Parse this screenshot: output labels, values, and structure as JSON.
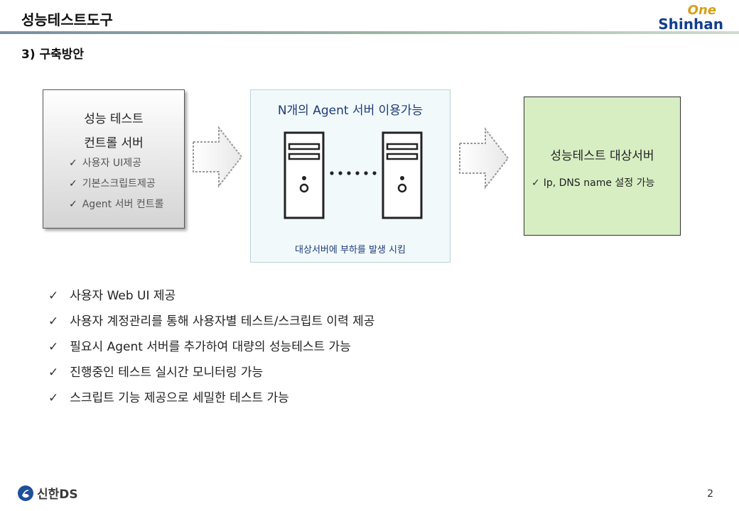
{
  "header": {
    "title": "성능테스트도구",
    "logo_top": "One",
    "logo_main": "Shinhan"
  },
  "section_title": "3) 구축방안",
  "diagram": {
    "control_server": {
      "title_line1": "성능 테스트",
      "title_line2": "컨트롤 서버",
      "items": [
        "사용자 UI제공",
        "기본스크립트제공",
        "Agent 서버 컨트롤"
      ]
    },
    "agent_group": {
      "title": "N개의 Agent 서버 이용가능",
      "caption": "대상서버에 부하를 발생 시킴"
    },
    "target_server": {
      "title": "성능테스트 대상서버",
      "item": "Ip, DNS name 설정 가능"
    }
  },
  "features": [
    "사용자 Web UI 제공",
    "사용자 계정관리를 통해  사용자별 테스트/스크립트 이력 제공",
    "필요시 Agent 서버를 추가하여 대량의 성능테스트 가능",
    "진행중인 테스트 실시간 모니터링 가능",
    "스크립트 기능 제공으로 세밀한 테스트 가능"
  ],
  "check_mark": "✓",
  "footer": {
    "company": "신한DS",
    "page_number": "2"
  },
  "colors": {
    "agent_box_bg": "#f1f9fb",
    "target_box_bg": "#d7eec3",
    "title_blue": "#1f3a75",
    "logo_gold": "#d4a017",
    "logo_blue": "#123f8c"
  }
}
